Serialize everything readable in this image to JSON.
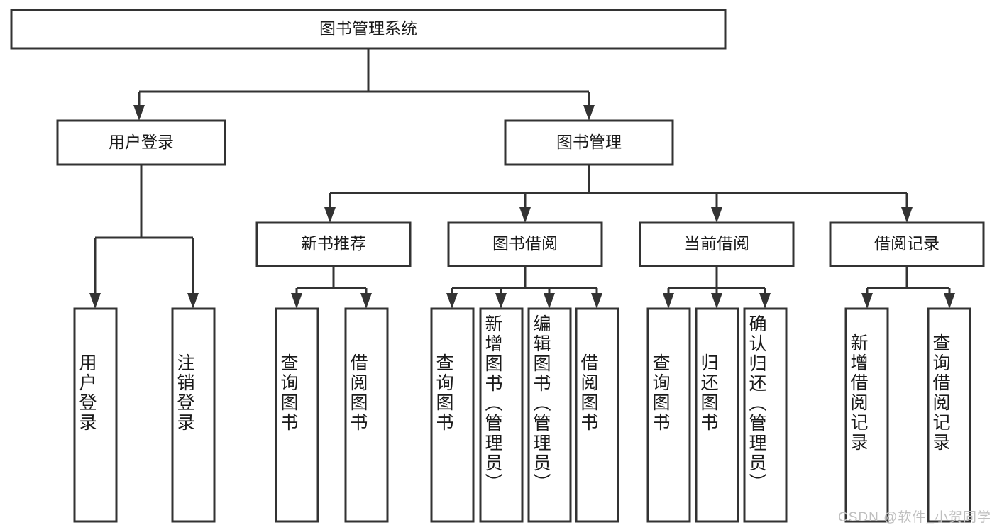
{
  "diagram": {
    "type": "tree-hierarchy",
    "title": "图书管理系统",
    "watermark": "CSDN @软件_小贺同学",
    "colors": {
      "stroke": "#333333",
      "fill": "#ffffff",
      "text": "#1a1a1a",
      "watermark": "#bfbfbf",
      "background": "#ffffff"
    },
    "root": {
      "label": "图书管理系统",
      "level": 1
    },
    "level2": [
      {
        "label": "用户登录"
      },
      {
        "label": "图书管理"
      }
    ],
    "level3": [
      {
        "label": "新书推荐"
      },
      {
        "label": "图书借阅"
      },
      {
        "label": "当前借阅"
      },
      {
        "label": "借阅记录"
      }
    ],
    "leaves": {
      "user_login": [
        {
          "label": "用户登录"
        },
        {
          "label": "注销登录"
        }
      ],
      "new_book_recommend": [
        {
          "label": "查询图书"
        },
        {
          "label": "借阅图书"
        }
      ],
      "book_borrow": [
        {
          "label": "查询图书"
        },
        {
          "label": "新增图书（管理员）"
        },
        {
          "label": "编辑图书（管理员）"
        },
        {
          "label": "借阅图书"
        }
      ],
      "current_borrow": [
        {
          "label": "查询图书"
        },
        {
          "label": "归还图书"
        },
        {
          "label": "确认归还（管理员）"
        }
      ],
      "borrow_record": [
        {
          "label": "新增借阅记录"
        },
        {
          "label": "查询借阅记录"
        }
      ]
    }
  }
}
